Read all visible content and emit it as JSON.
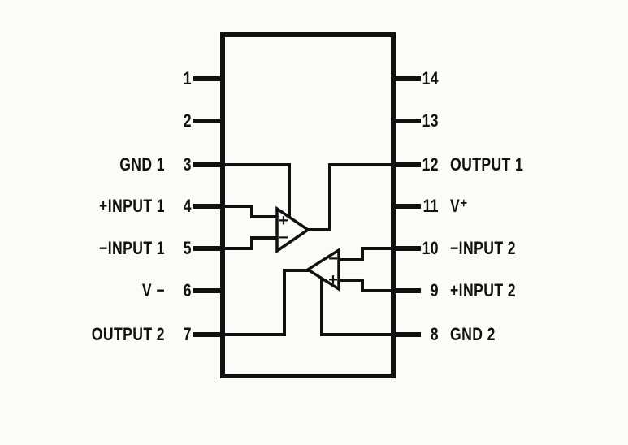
{
  "figure": {
    "description": "14-pin dual operational amplifier IC pinout diagram",
    "background_color": "#fbfbf8",
    "ink_color": "#111111"
  },
  "pins": {
    "left": [
      {
        "number": "1",
        "label": ""
      },
      {
        "number": "2",
        "label": ""
      },
      {
        "number": "3",
        "label": "GND 1"
      },
      {
        "number": "4",
        "label": "+INPUT 1"
      },
      {
        "number": "5",
        "label": "−INPUT 1"
      },
      {
        "number": "6",
        "label": "V −"
      },
      {
        "number": "7",
        "label": "OUTPUT 2"
      }
    ],
    "right": [
      {
        "number": "14",
        "label": ""
      },
      {
        "number": "13",
        "label": ""
      },
      {
        "number": "12",
        "label": "OUTPUT 1"
      },
      {
        "number": "11",
        "label": "V⁺"
      },
      {
        "number": "10",
        "label": "−INPUT 2"
      },
      {
        "number": "9",
        "label": "+INPUT 2"
      },
      {
        "number": "8",
        "label": "GND 2"
      }
    ]
  },
  "opamps": {
    "amp1": {
      "noninverting_mark": "+",
      "inverting_mark": "−"
    },
    "amp2": {
      "noninverting_mark": "+",
      "inverting_mark": "−"
    }
  }
}
